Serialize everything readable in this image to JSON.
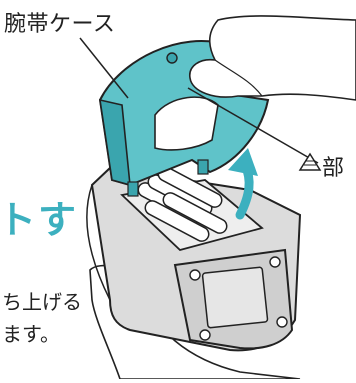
{
  "labels": {
    "cover_label": "腕帯ケース",
    "part_label": "部",
    "heading_partial": "トす",
    "body_line_1": "ち上げる",
    "body_line_2": "ます。"
  },
  "colors": {
    "accent": "#3cb0bf",
    "case_fill": "#5fc3c9",
    "case_dark": "#3aa5ae",
    "battery": "#ffffff",
    "outline": "#222222",
    "body_gray": "#dcdcdc"
  },
  "icons": {
    "arrow": "up-arrow-icon",
    "marker": "triangle-marker-icon"
  }
}
